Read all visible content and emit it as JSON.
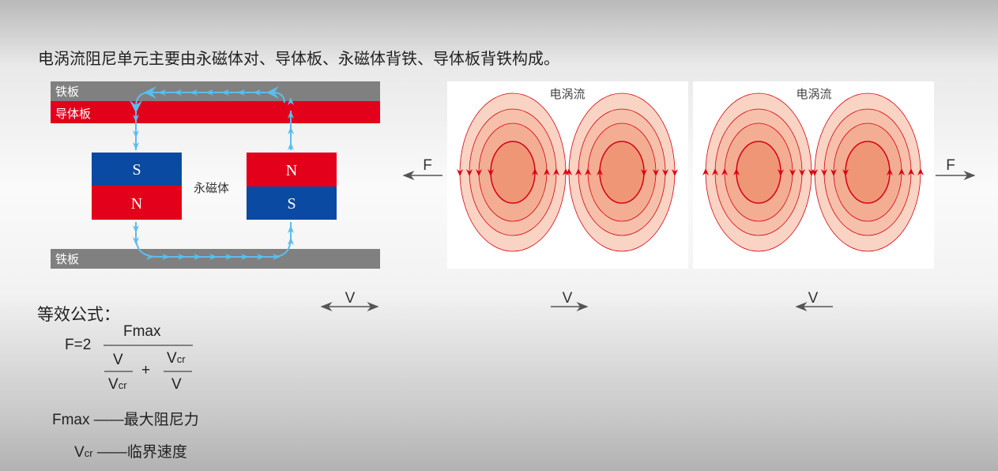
{
  "title": "电涡流阻尼单元主要由永磁体对、导体板、永磁体背铁、导体板背铁构成。",
  "left_diagram": {
    "top_iron": "铁板",
    "conductor": "导体板",
    "bottom_iron": "铁板",
    "magnet_label": "永磁体",
    "left_magnet": {
      "top": "S",
      "bottom": "N"
    },
    "right_magnet": {
      "top": "N",
      "bottom": "S"
    },
    "velocity": "V"
  },
  "panels": [
    {
      "label": "电涡流",
      "force": "F",
      "velocity": "V"
    },
    {
      "label": "电涡流",
      "force": "F",
      "velocity": "V"
    }
  ],
  "formula": {
    "heading": "等效公式：",
    "lhs": "F=2",
    "numerator": "Fmax",
    "term1_num": "V",
    "term1_den_main": "V",
    "term1_den_sub": "cr",
    "plus": "+",
    "term2_num_main": "V",
    "term2_num_sub": "cr",
    "term2_den": "V",
    "legend": [
      {
        "symbol": "Fmax",
        "sub": "",
        "dash": "——",
        "meaning": "最大阻尼力"
      },
      {
        "symbol": "V",
        "sub": "cr",
        "dash": "——",
        "meaning": "临界速度"
      }
    ]
  },
  "colors": {
    "iron": "#808080",
    "red": "#e2001a",
    "blue": "#0b4aa2",
    "flux": "#5bbdf0",
    "eddy": "#d7000f"
  }
}
